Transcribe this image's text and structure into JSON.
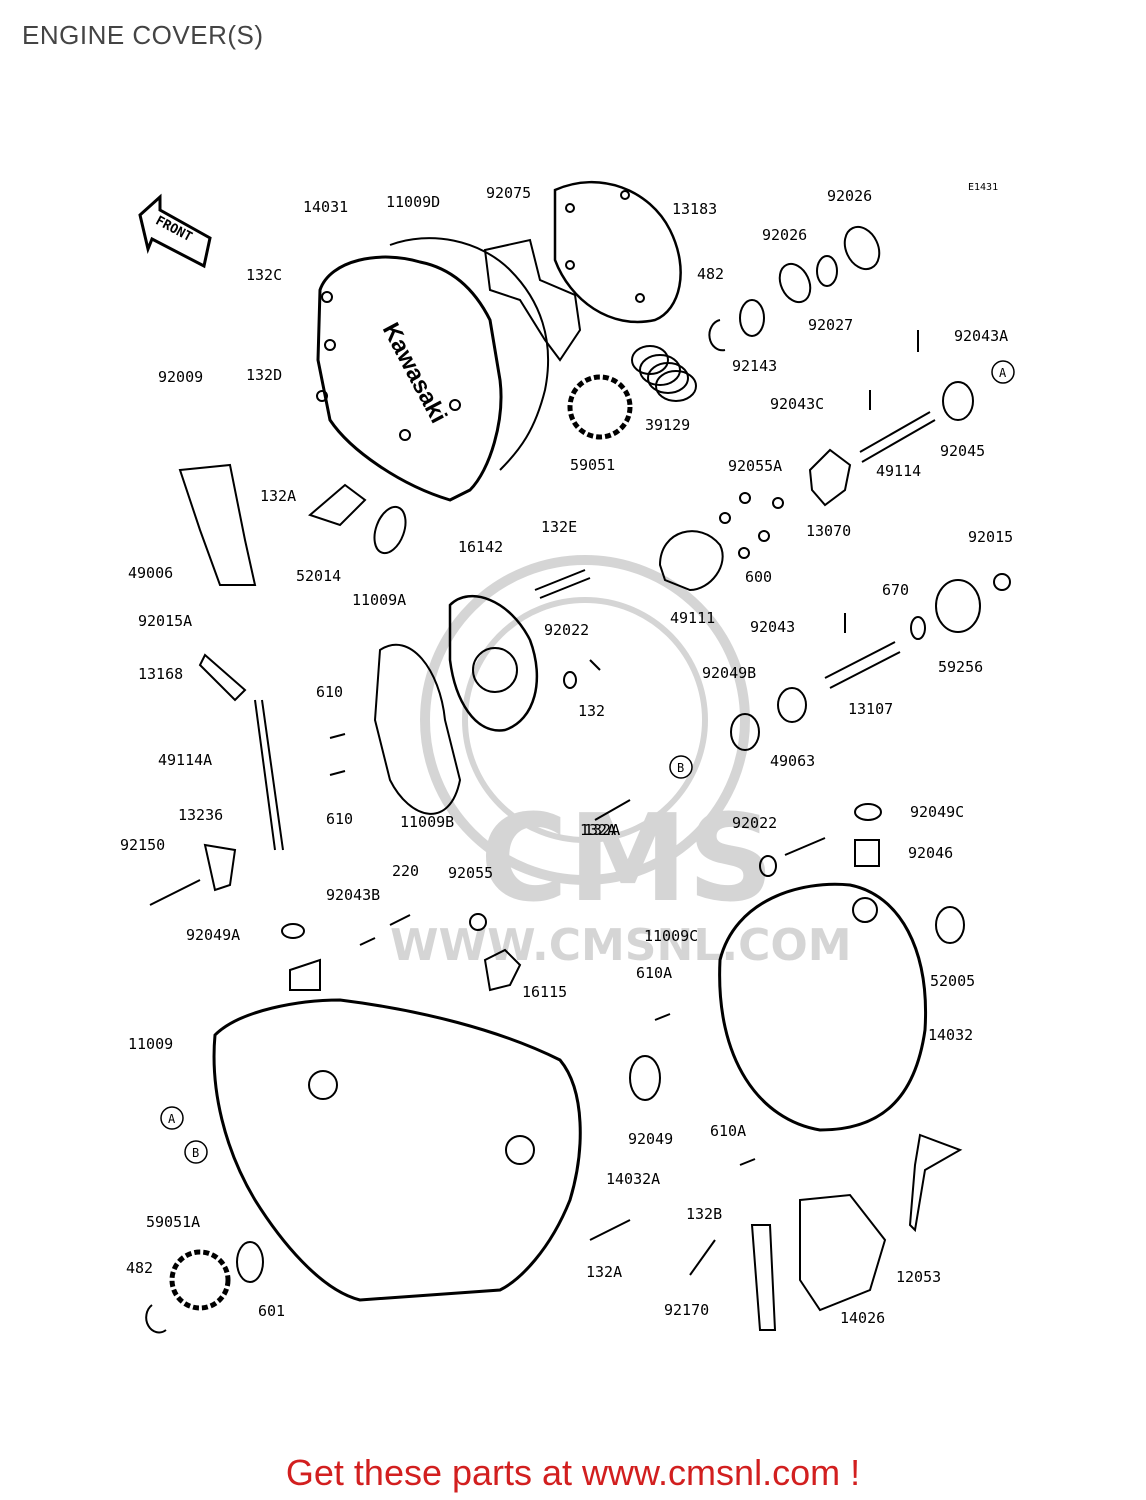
{
  "page": {
    "title": "ENGINE COVER(S)",
    "footer": "Get these parts at www.cmsnl.com !"
  },
  "diagram": {
    "ref_code": "E1431",
    "front_label": "FRONT",
    "cover_logo": "Kawasaki",
    "watermark": {
      "brand": "CMS",
      "url": "WWW.CMSNL.COM"
    },
    "callouts": [
      "A",
      "B"
    ],
    "part_labels": [
      "11009D",
      "92075",
      "13183",
      "92026",
      "92026",
      "14031",
      "482",
      "132C",
      "92027",
      "92143",
      "92043A",
      "92009",
      "132D",
      "39129",
      "92043C",
      "92045",
      "59051",
      "49114",
      "92055A",
      "132A",
      "13070",
      "49006",
      "52014",
      "11009A",
      "16142",
      "132E",
      "92015",
      "600",
      "49111",
      "670",
      "92015A",
      "92022",
      "92043",
      "59256",
      "13168",
      "132",
      "610",
      "92049B",
      "13107",
      "49114A",
      "49063",
      "610",
      "11009B",
      "132A",
      "132A",
      "92049C",
      "13236",
      "92022",
      "92046",
      "92150",
      "220",
      "92055",
      "92043B",
      "92049A",
      "11009C",
      "52005",
      "16115",
      "610A",
      "11009",
      "14032",
      "92049",
      "610A",
      "14032A",
      "59051A",
      "132B",
      "132A",
      "12053",
      "482",
      "601",
      "92170",
      "14026"
    ]
  }
}
